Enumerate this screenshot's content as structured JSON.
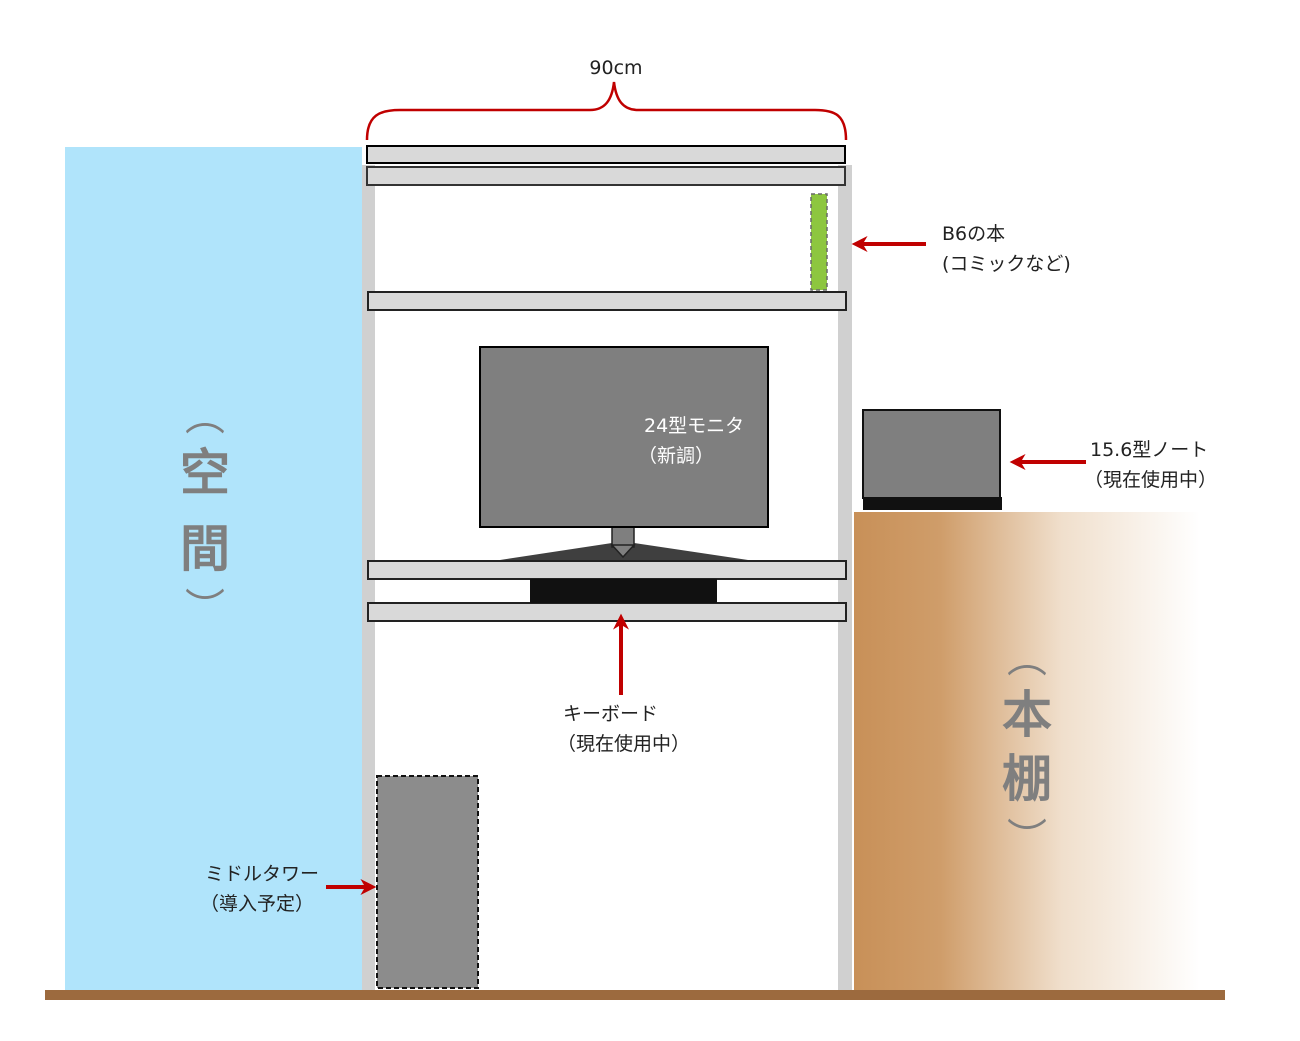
{
  "title_dimension": "90cm",
  "labels": {
    "book": {
      "line1": "B6の本",
      "line2": "(コミックなど)"
    },
    "monitor": {
      "line1": "24型モニタ",
      "line2": "（新調）"
    },
    "laptop": {
      "line1": "15.6型ノート",
      "line2": "（現在使用中）"
    },
    "keyboard": {
      "line1": "キーボード",
      "line2": "（現在使用中）"
    },
    "tower": {
      "line1": "ミドルタワー",
      "line2": "（導入予定）"
    }
  },
  "areas": {
    "space": {
      "open": "︵",
      "char1": "空",
      "char2": "間",
      "close": "︶"
    },
    "bookshelf": {
      "open": "︵",
      "char1": "本",
      "char2": "棚",
      "close": "︶"
    }
  },
  "colors": {
    "space": "#b0e4fb",
    "floor": "#9c6a3e",
    "arrow": "#c00000",
    "shelf": "#d9d9d9",
    "device": "#7f7f7f",
    "book": "#8dc63f",
    "bookshelf": "#c89058"
  }
}
